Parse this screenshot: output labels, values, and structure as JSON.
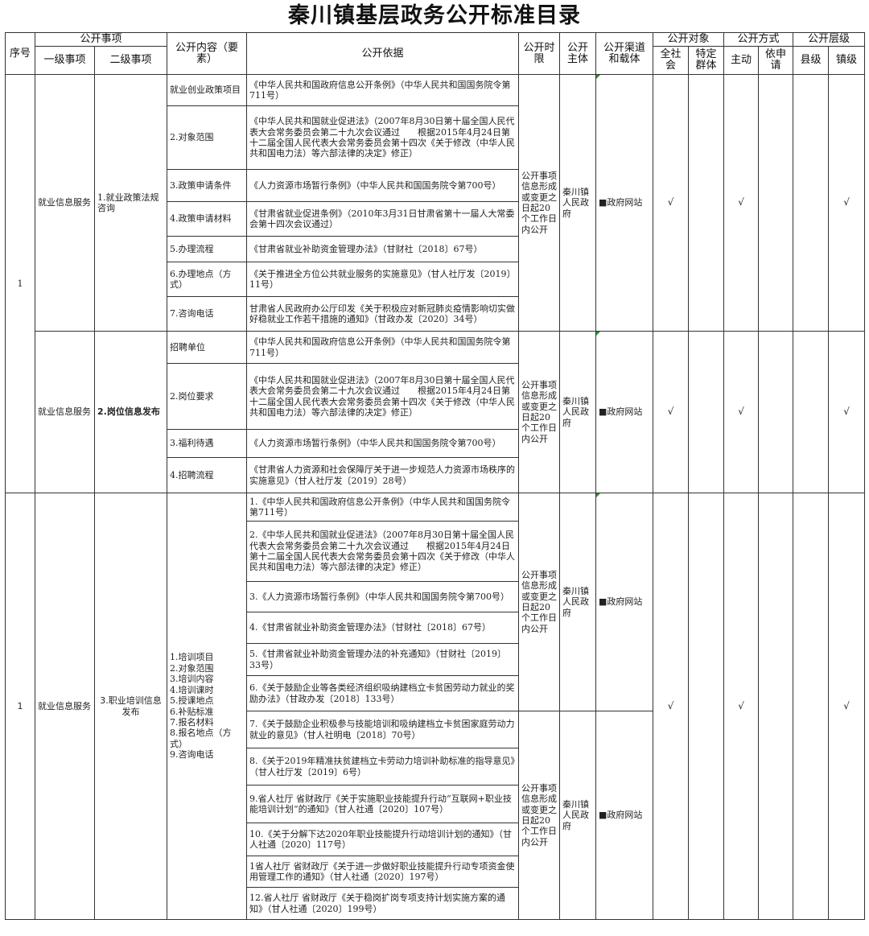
{
  "title": "秦川镇基层政务公开标准目录",
  "headers": {
    "seq": "序号",
    "matters": "公开事项",
    "level1": "一级事项",
    "level2": "二级事项",
    "content": "公开内容（要素）",
    "basis": "公开依据",
    "time_limit": "公开时限",
    "subject": "公开主体",
    "channel": "公开渠道和载体",
    "audience": "公开对象",
    "audience_all": "全社会",
    "audience_specific": "特定群体",
    "method": "公开方式",
    "method_active": "主动",
    "method_request": "依申请",
    "level": "公开层级",
    "level_county": "县级",
    "level_town": "镇级"
  },
  "common": {
    "time_limit": "公开事项信息形成或变更之日起20个工作日内公开",
    "subject": "秦川镇人民政府",
    "channel": "■政府网站",
    "check": "√"
  },
  "group1": {
    "seq": "1",
    "level1": "就业信息服务",
    "level2": "1.就业政策法规咨询",
    "rows": [
      {
        "content": "就业创业政策项目",
        "basis": "《中华人民共和国政府信息公开条例》（中华人民共和国国务院令第711号）"
      },
      {
        "content": "2.对象范围",
        "basis": "《中华人民共和国就业促进法》（2007年8月30日第十届全国人民代表大会常务委员会第二十九次会议通过　　根据2015年4月24日第十二届全国人民代表大会常务委员会第十四次《关于修改（中华人民共和国电力法）等六部法律的决定》修正）"
      },
      {
        "content": "3.政策申请条件",
        "basis": "《人力资源市场暂行条例》（中华人民共和国国务院令第700号）"
      },
      {
        "content": "4.政策申请材料",
        "basis": "《甘肃省就业促进条例》（2010年3月31日甘肃省第十一届人大常委会第十四次会议通过）"
      },
      {
        "content": "5.办理流程",
        "basis": "《甘肃省就业补助资金管理办法》（甘财社〔2018〕67号）"
      },
      {
        "content": "6.办理地点（方式）",
        "basis": "《关于推进全方位公共就业服务的实施意见》（甘人社厅发〔2019〕11号）"
      },
      {
        "content": "7.咨询电话",
        "basis": "甘肃省人民政府办公厅印发《关于积极应对新冠肺炎疫情影响切实做好稳就业工作若干措施的通知》（甘政办发〔2020〕34号）"
      }
    ]
  },
  "group2": {
    "level1": "就业信息服务",
    "level2": "2.岗位信息发布",
    "rows": [
      {
        "content": "招聘单位",
        "basis": "《中华人民共和国政府信息公开条例》（中华人民共和国国务院令第711号）"
      },
      {
        "content": "2.岗位要求",
        "basis": "《中华人民共和国就业促进法》（2007年8月30日第十届全国人民代表大会常务委员会第二十九次会议通过　　根据2015年4月24日第十二届全国人民代表大会常务委员会第十四次《关于修改（中华人民共和国电力法）等六部法律的决定》修正）"
      },
      {
        "content": "3.福利待遇",
        "basis": "《人力资源市场暂行条例》（中华人民共和国国务院令第700号）"
      },
      {
        "content": "4.招聘流程",
        "basis": "《甘肃省人力资源和社会保障厅关于进一步规范人力资源市场秩序的实施意见》（甘人社厅发〔2019〕28号）"
      }
    ]
  },
  "group3": {
    "seq": "1",
    "level1": "就业信息服务",
    "level2": "3.职业培训信息发布",
    "content_items": [
      "1.培训项目",
      "2.对象范围",
      "3.培训内容",
      "4.培训课时",
      "5.授课地点",
      "6.补贴标准",
      "7.报名材料",
      "8.报名地点（方式）",
      "9.咨询电话"
    ],
    "rows": [
      {
        "basis": "1.《中华人民共和国政府信息公开条例》（中华人民共和国国务院令第711号）"
      },
      {
        "basis": "2.《中华人民共和国就业促进法》（2007年8月30日第十届全国人民代表大会常务委员会第二十九次会议通过　　根据2015年4月24日第十二届全国人民代表大会常务委员会第十四次《关于修改（中华人民共和国电力法）等六部法律的决定》修正）"
      },
      {
        "basis": "3.《人力资源市场暂行条例》（中华人民共和国国务院令第700号）"
      },
      {
        "basis": "4.《甘肃省就业补助资金管理办法》（甘财社〔2018〕67号）"
      },
      {
        "basis": "5.《甘肃省就业补助资金管理办法的补充通知》（甘财社〔2019〕33号）"
      },
      {
        "basis": "6.《关于鼓励企业等各类经济组织吸纳建档立卡贫困劳动力就业的奖励办法》（甘政办发〔2018〕133号）"
      },
      {
        "basis": "7.《关于鼓励企业积极参与技能培训和吸纳建档立卡贫困家庭劳动力就业的意见》（甘人社明电〔2018〕70号）"
      },
      {
        "basis": "8.《关于2019年精准扶贫建档立卡劳动力培训补助标准的指导意见》（甘人社厅发〔2019〕6号）"
      },
      {
        "basis": "9.省人社厅 省财政厅《关于实施职业技能提升行动“互联网+职业技能培训计划”的通知》（甘人社通〔2020〕107号）"
      },
      {
        "basis": "10.《关于分解下达2020年职业技能提升行动培训计划的通知》（甘人社通〔2020〕117号）"
      },
      {
        "basis": "1省人社厅 省财政厅《关于进一步做好职业技能提升行动专项资金使用管理工作的通知》（甘人社通〔2020〕197号）"
      },
      {
        "basis": "12.省人社厅 省财政厅《关于稳岗扩岗专项支持计划实施方案的通知》（甘人社通〔2020〕199号）"
      }
    ]
  }
}
